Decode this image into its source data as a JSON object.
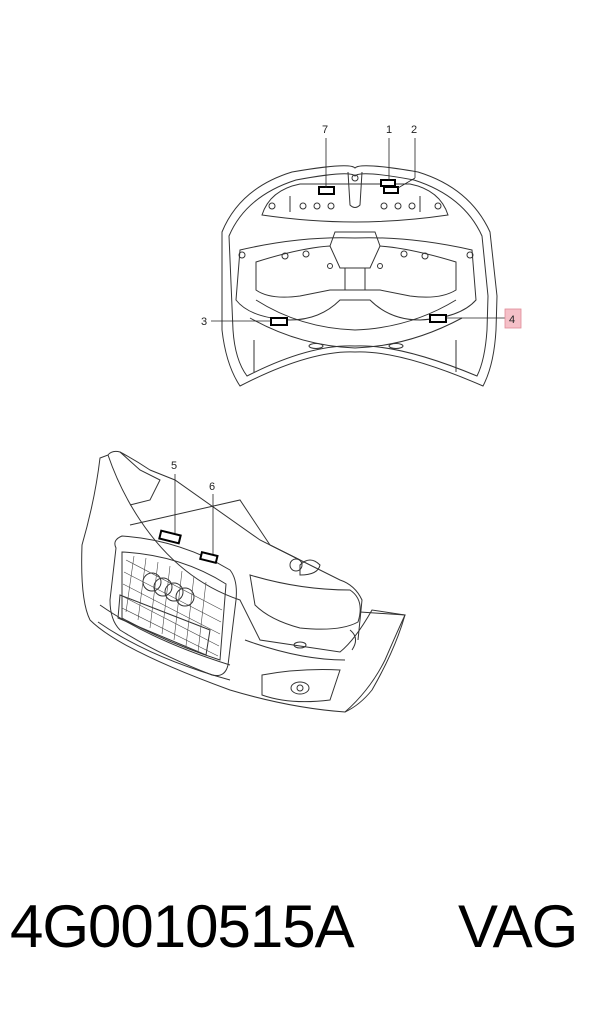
{
  "callouts": {
    "c1": "1",
    "c2": "2",
    "c3": "3",
    "c4": "4",
    "c5": "5",
    "c6": "6",
    "c7": "7"
  },
  "highlight_color": "#f5c0c8",
  "footer": {
    "part_number": "4G0010515A",
    "brand": "VAG"
  }
}
